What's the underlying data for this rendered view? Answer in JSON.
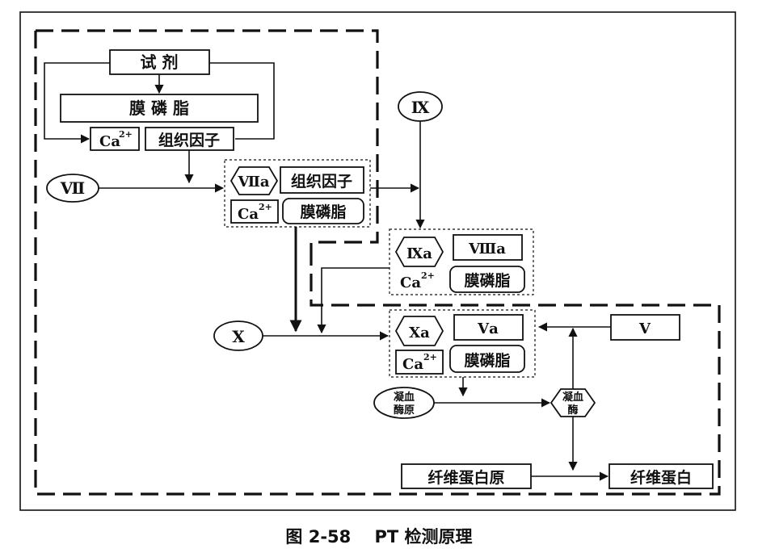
{
  "diagram": {
    "reagent": "试  剂",
    "phospholipid_top": "膜  磷  脂",
    "ca_top": "Ca",
    "ca_sup": "2+",
    "tissue_factor_top": "组织因子",
    "factor_vii": "Ⅶ",
    "viia": "Ⅶa",
    "tissue_factor": "组织因子",
    "ca_viia": "Ca",
    "phospholipid_viia": "膜磷脂",
    "factor_ix": "Ⅸ",
    "ixa": "Ⅸa",
    "viia_ix": "Ⅷa",
    "ca_ixa": "Ca",
    "phospholipid_ixa": "膜磷脂",
    "factor_x": "Ⅹ",
    "xa": "Ⅹa",
    "va": "Ⅴa",
    "ca_xa": "Ca",
    "phospholipid_xa": "膜磷脂",
    "factor_v": "Ⅴ",
    "prothrombin_1": "凝血",
    "prothrombin_2": "酶原",
    "thrombin_1": "凝血",
    "thrombin_2": "酶",
    "fibrinogen": "纤维蛋白原",
    "fibrin": "纤维蛋白"
  },
  "caption": "图 2-58    PT 检测原理"
}
